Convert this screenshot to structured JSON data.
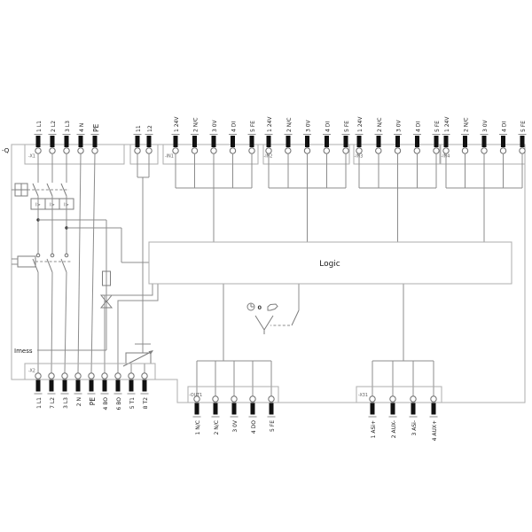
{
  "annotations": {
    "device_tag": "-Q",
    "current_measure": "Imess",
    "selector_zero": "0"
  },
  "logic": {
    "label": "Logic"
  },
  "breaker": {
    "trip_labels": [
      "I>",
      "I>",
      "I>"
    ]
  },
  "connectors": {
    "x1": {
      "label": "-X1",
      "terminals": [
        "1 L1",
        "2 L2",
        "3 L3",
        "4 N",
        "PE"
      ]
    },
    "aux": {
      "terminals": [
        "11",
        "12"
      ]
    },
    "in1": {
      "label": "-IN1",
      "terminals": [
        "1 24V",
        "2 N/C",
        "3 0V",
        "4 DI",
        "5 FE"
      ]
    },
    "in2": {
      "label": "-IN2",
      "terminals": [
        "1 24V",
        "2 N/C",
        "3 0V",
        "4 DI",
        "5 FE"
      ]
    },
    "in3": {
      "label": "-IN3",
      "terminals": [
        "1 24V",
        "2 N/C",
        "3 0V",
        "4 DI",
        "5 FE"
      ]
    },
    "in4": {
      "label": "-IN4",
      "terminals": [
        "1 24V",
        "2 N/C",
        "3 0V",
        "4 DI",
        "5 FE"
      ]
    },
    "x2": {
      "label": "-X2",
      "terminals": [
        "1 L1",
        "7 L2",
        "3 L3",
        "2 N",
        "PE",
        "4 BO",
        "6 BO",
        "5 T1",
        "8 T2"
      ]
    },
    "out1": {
      "label": "-OUT1",
      "terminals": [
        "1 N/C",
        "2 N/C",
        "3 0V",
        "4 DO",
        "5 FE"
      ]
    },
    "x31": {
      "label": "-X31",
      "terminals": [
        "1 ASi+",
        "2 AUX-",
        "3 ASi-",
        "4 AUX+"
      ]
    }
  },
  "colors": {
    "wire": "#8c8c8c",
    "enclosure": "#adadad",
    "pin": "#111111",
    "text": "#1a1a1a"
  }
}
